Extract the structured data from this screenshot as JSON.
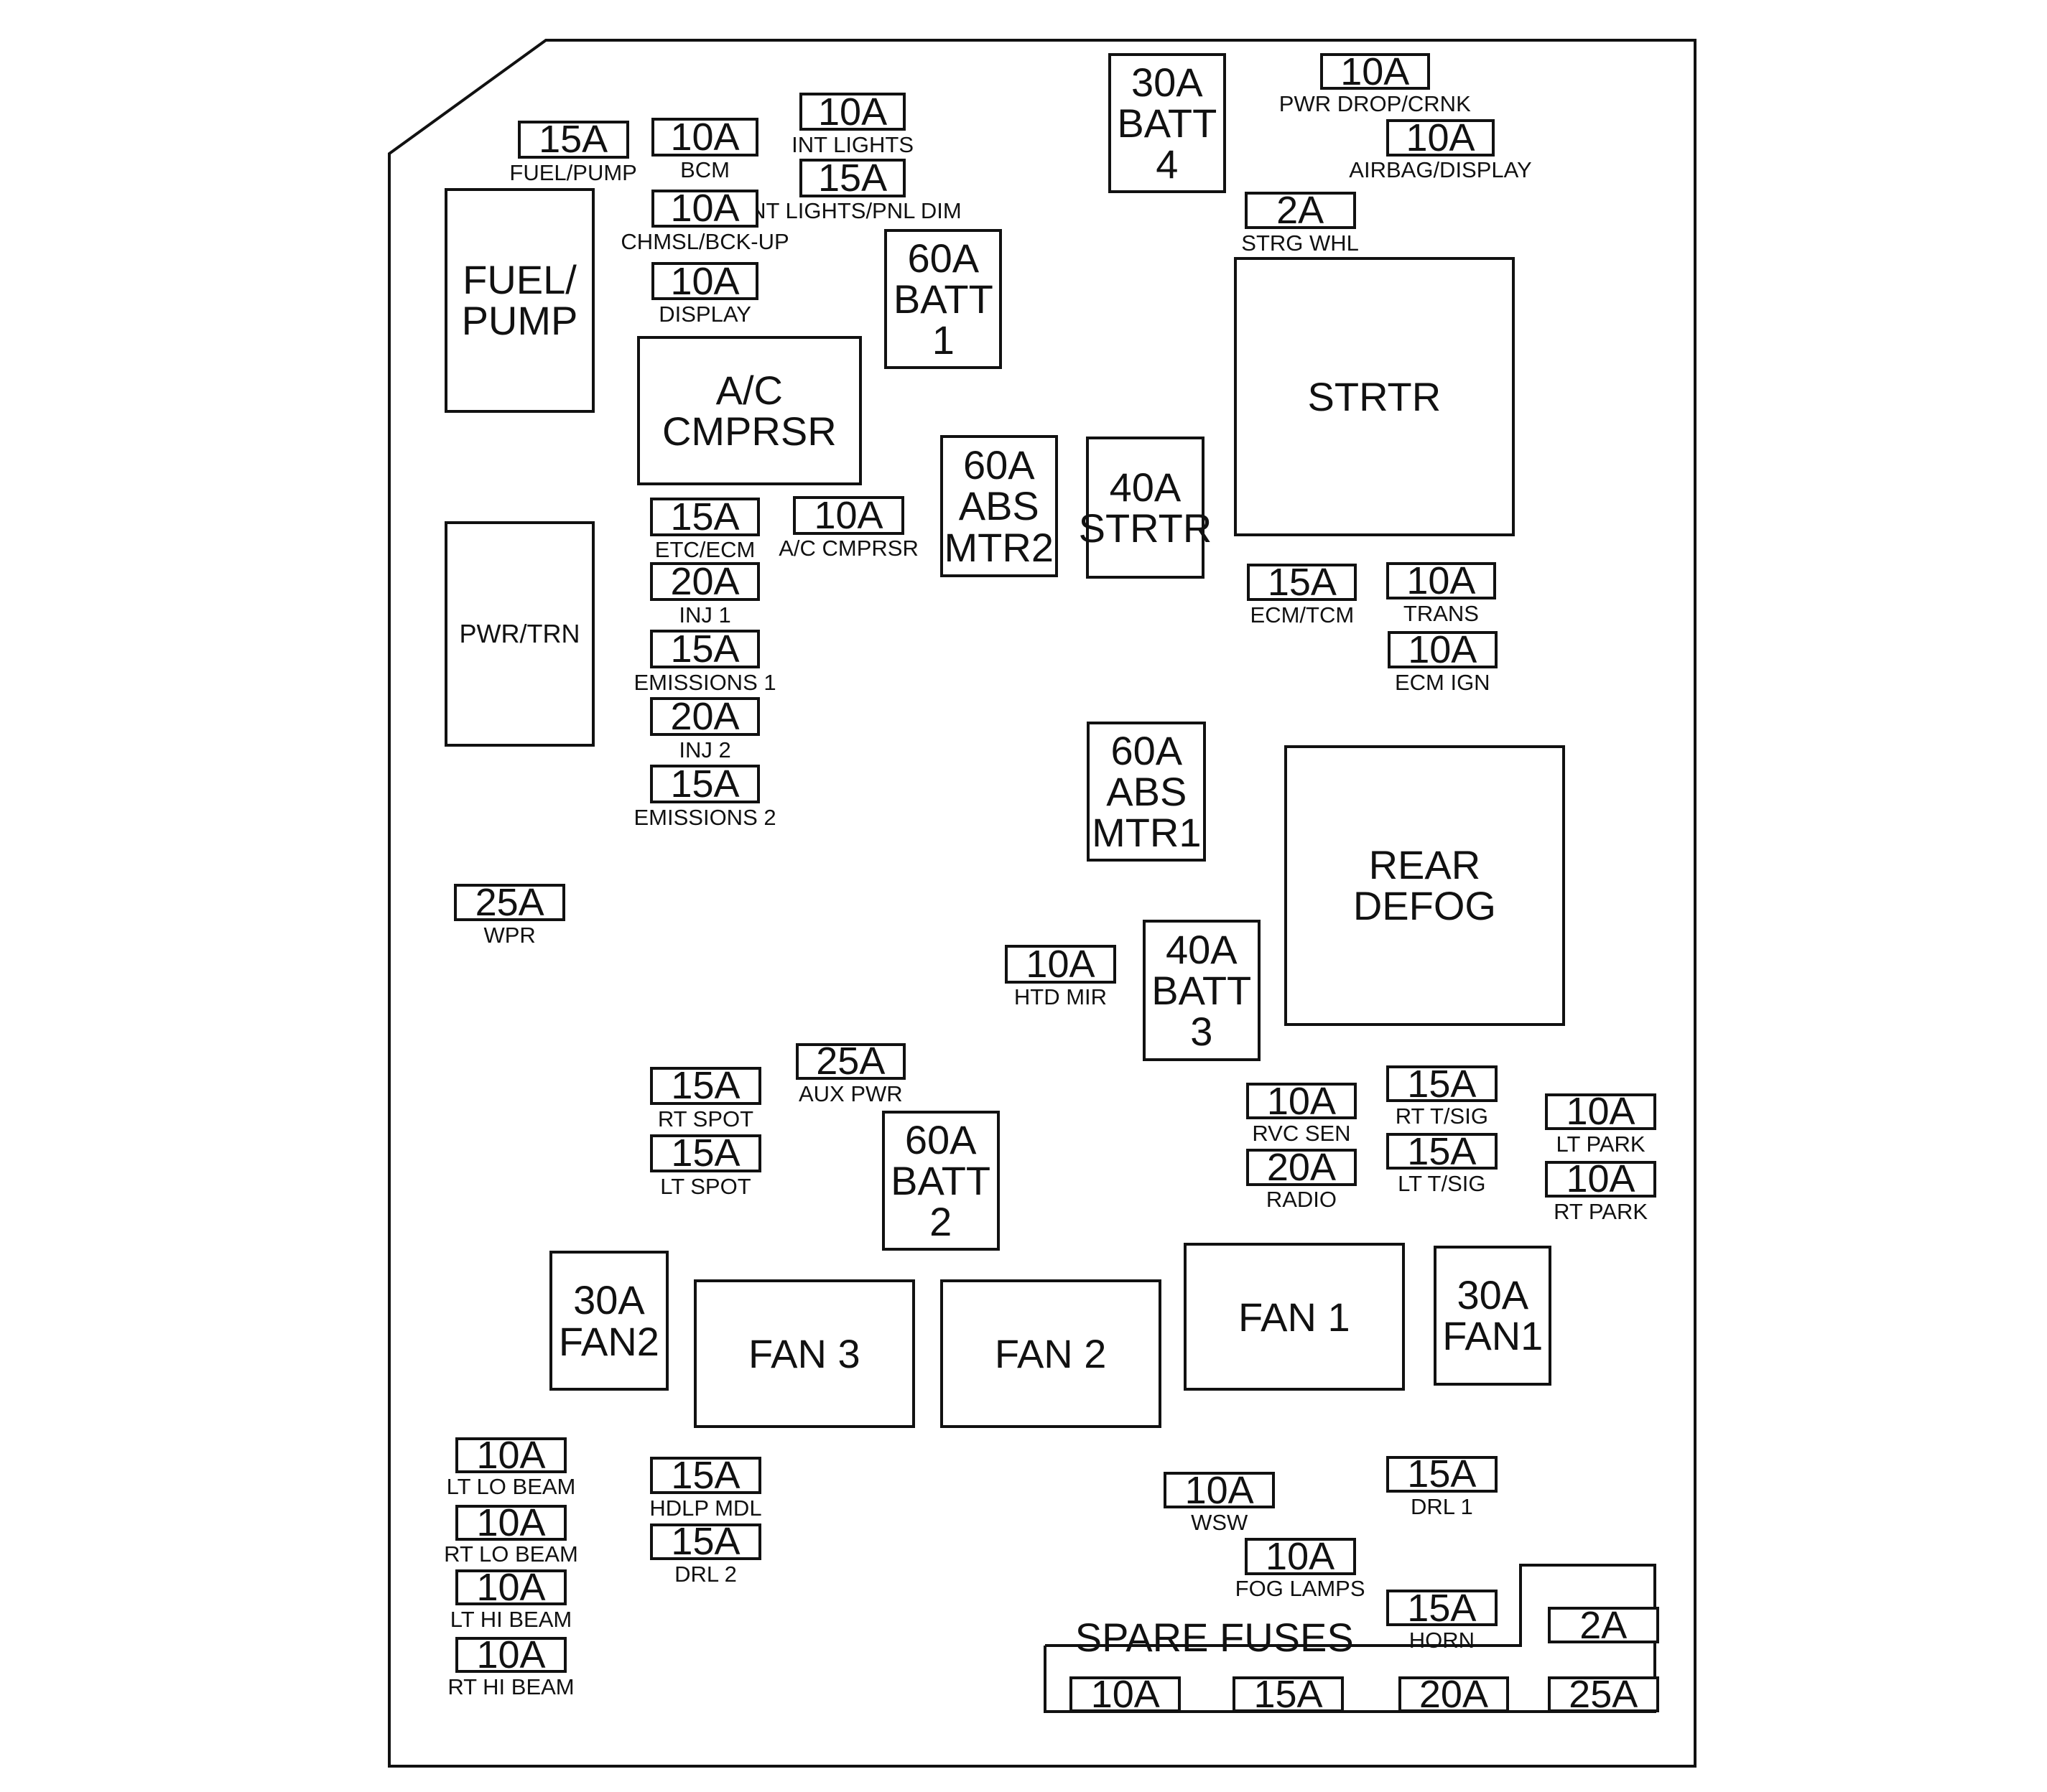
{
  "fuses": [
    {
      "id": "fuel-pump-fuse",
      "rating": "15A",
      "label": "FUEL/PUMP"
    },
    {
      "id": "bcm-fuse",
      "rating": "10A",
      "label": "BCM"
    },
    {
      "id": "int-lights-fuse",
      "rating": "10A",
      "label": "INT LIGHTS"
    },
    {
      "id": "int-lights-pnl-dim-fuse",
      "rating": "15A",
      "label": "INT LIGHTS/PNL DIM"
    },
    {
      "id": "chmsl-bck-up-fuse",
      "rating": "10A",
      "label": "CHMSL/BCK-UP"
    },
    {
      "id": "display-fuse",
      "rating": "10A",
      "label": "DISPLAY"
    },
    {
      "id": "pwr-drop-crnk-fuse",
      "rating": "10A",
      "label": "PWR DROP/CRNK"
    },
    {
      "id": "airbag-display-fuse",
      "rating": "10A",
      "label": "AIRBAG/DISPLAY"
    },
    {
      "id": "strg-whl-fuse",
      "rating": "2A",
      "label": "STRG WHL"
    },
    {
      "id": "etc-ecm-fuse",
      "rating": "15A",
      "label": "ETC/ECM"
    },
    {
      "id": "ac-cmprsr-fuse",
      "rating": "10A",
      "label": "A/C CMPRSR"
    },
    {
      "id": "inj-1-fuse",
      "rating": "20A",
      "label": "INJ 1"
    },
    {
      "id": "emissions-1-fuse",
      "rating": "15A",
      "label": "EMISSIONS 1"
    },
    {
      "id": "inj-2-fuse",
      "rating": "20A",
      "label": "INJ 2"
    },
    {
      "id": "emissions-2-fuse",
      "rating": "15A",
      "label": "EMISSIONS 2"
    },
    {
      "id": "ecm-tcm-fuse",
      "rating": "15A",
      "label": "ECM/TCM"
    },
    {
      "id": "trans-fuse",
      "rating": "10A",
      "label": "TRANS"
    },
    {
      "id": "ecm-ign-fuse",
      "rating": "10A",
      "label": "ECM IGN"
    },
    {
      "id": "wpr-fuse",
      "rating": "25A",
      "label": "WPR"
    },
    {
      "id": "htd-mir-fuse",
      "rating": "10A",
      "label": "HTD MIR"
    },
    {
      "id": "aux-pwr-fuse",
      "rating": "25A",
      "label": "AUX PWR"
    },
    {
      "id": "rt-spot-fuse",
      "rating": "15A",
      "label": "RT SPOT"
    },
    {
      "id": "lt-spot-fuse",
      "rating": "15A",
      "label": "LT SPOT"
    },
    {
      "id": "rvc-sen-fuse",
      "rating": "10A",
      "label": "RVC SEN"
    },
    {
      "id": "radio-fuse",
      "rating": "20A",
      "label": "RADIO"
    },
    {
      "id": "rt-tsig-fuse",
      "rating": "15A",
      "label": "RT T/SIG"
    },
    {
      "id": "lt-tsig-fuse",
      "rating": "15A",
      "label": "LT T/SIG"
    },
    {
      "id": "lt-park-fuse",
      "rating": "10A",
      "label": "LT PARK"
    },
    {
      "id": "rt-park-fuse",
      "rating": "10A",
      "label": "RT PARK"
    },
    {
      "id": "lt-lo-beam-fuse",
      "rating": "10A",
      "label": "LT LO BEAM"
    },
    {
      "id": "rt-lo-beam-fuse",
      "rating": "10A",
      "label": "RT LO BEAM"
    },
    {
      "id": "lt-hi-beam-fuse",
      "rating": "10A",
      "label": "LT HI BEAM"
    },
    {
      "id": "rt-hi-beam-fuse",
      "rating": "10A",
      "label": "RT HI BEAM"
    },
    {
      "id": "hdlp-mdl-fuse",
      "rating": "15A",
      "label": "HDLP MDL"
    },
    {
      "id": "drl-2-fuse",
      "rating": "15A",
      "label": "DRL 2"
    },
    {
      "id": "wsw-fuse",
      "rating": "10A",
      "label": "WSW"
    },
    {
      "id": "drl-1-fuse",
      "rating": "15A",
      "label": "DRL 1"
    },
    {
      "id": "fog-lamps-fuse",
      "rating": "10A",
      "label": "FOG LAMPS"
    },
    {
      "id": "horn-fuse",
      "rating": "15A",
      "label": "HORN"
    }
  ],
  "blocks": [
    {
      "id": "fuel-pump-relay",
      "text": "FUEL/\nPUMP"
    },
    {
      "id": "ac-cmprsr-relay",
      "text": "A/C\nCMPRSR"
    },
    {
      "id": "pwr-trn-relay",
      "text": "PWR/TRN"
    },
    {
      "id": "batt-4-fuse",
      "text": "30A\nBATT\n4"
    },
    {
      "id": "batt-1-fuse",
      "text": "60A\nBATT\n1"
    },
    {
      "id": "abs-mtr2-fuse",
      "text": "60A\nABS\nMTR2"
    },
    {
      "id": "strtr-fuse",
      "text": "40A\nSTRTR"
    },
    {
      "id": "strtr-relay",
      "text": "STRTR"
    },
    {
      "id": "abs-mtr1-fuse",
      "text": "60A\nABS\nMTR1"
    },
    {
      "id": "rear-defog-relay",
      "text": "REAR\nDEFOG"
    },
    {
      "id": "batt-3-fuse",
      "text": "40A\nBATT\n3"
    },
    {
      "id": "batt-2-fuse",
      "text": "60A\nBATT\n2"
    },
    {
      "id": "fan2-fuse",
      "text": "30A\nFAN2"
    },
    {
      "id": "fan-3-relay",
      "text": "FAN 3"
    },
    {
      "id": "fan-2-relay",
      "text": "FAN 2"
    },
    {
      "id": "fan-1-relay",
      "text": "FAN 1"
    },
    {
      "id": "fan1-fuse",
      "text": "30A\nFAN1"
    }
  ],
  "spare": {
    "title": "SPARE FUSES",
    "fuses": [
      "10A",
      "15A",
      "20A",
      "25A",
      "2A"
    ]
  }
}
